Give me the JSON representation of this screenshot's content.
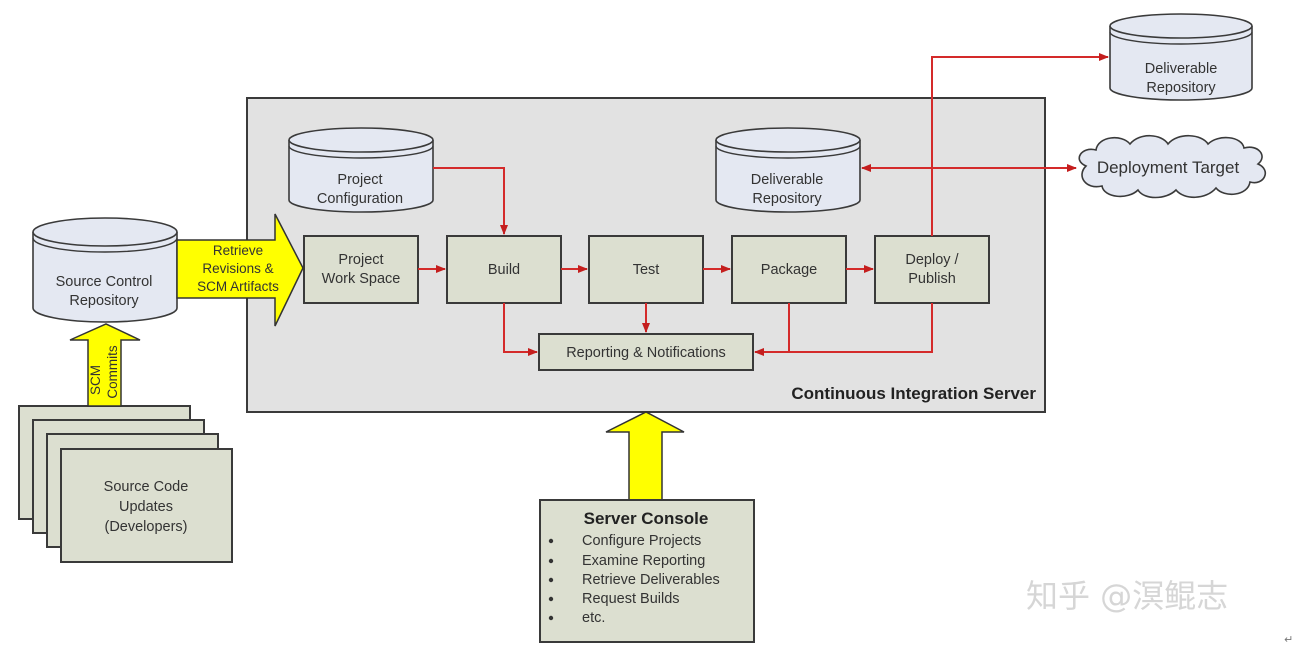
{
  "diagram": {
    "server": {
      "title": "Continuous Integration Server"
    },
    "source_control": {
      "label_line1": "Source Control",
      "label_line2": "Repository"
    },
    "retrieve_arrow": {
      "line1": "Retrieve",
      "line2": "Revisions &",
      "line3": "SCM Artifacts"
    },
    "commits_arrow": {
      "line1": "SCM",
      "line2": "Commits"
    },
    "source_updates": {
      "line1": "Source Code",
      "line2": "Updates",
      "line3": "(Developers)"
    },
    "project_config": {
      "line1": "Project",
      "line2": "Configuration"
    },
    "deliverable_repo_inner": {
      "line1": "Deliverable",
      "line2": "Repository"
    },
    "deliverable_repo_outer": {
      "line1": "Deliverable",
      "line2": "Repository"
    },
    "deployment_target": {
      "label": "Deployment Target"
    },
    "pipeline": [
      {
        "line1": "Project",
        "line2": "Work Space"
      },
      {
        "line1": "Build",
        "line2": ""
      },
      {
        "line1": "Test",
        "line2": ""
      },
      {
        "line1": "Package",
        "line2": ""
      },
      {
        "line1": "Deploy /",
        "line2": "Publish"
      }
    ],
    "reporting": {
      "label": "Reporting & Notifications"
    },
    "server_console": {
      "title": "Server Console",
      "items": [
        "Configure Projects",
        "Examine Reporting",
        "Retrieve Deliverables",
        "Request Builds",
        "etc."
      ]
    },
    "watermark": "知乎 @溟鲲志",
    "return_mark": "↵"
  },
  "colors": {
    "arrow_red": "#d42a2a",
    "box_fill": "#dcdfd0",
    "cylinder_fill": "#e4e8f2",
    "server_fill": "#e2e2e2",
    "big_arrow_yellow": "#ffff00"
  }
}
